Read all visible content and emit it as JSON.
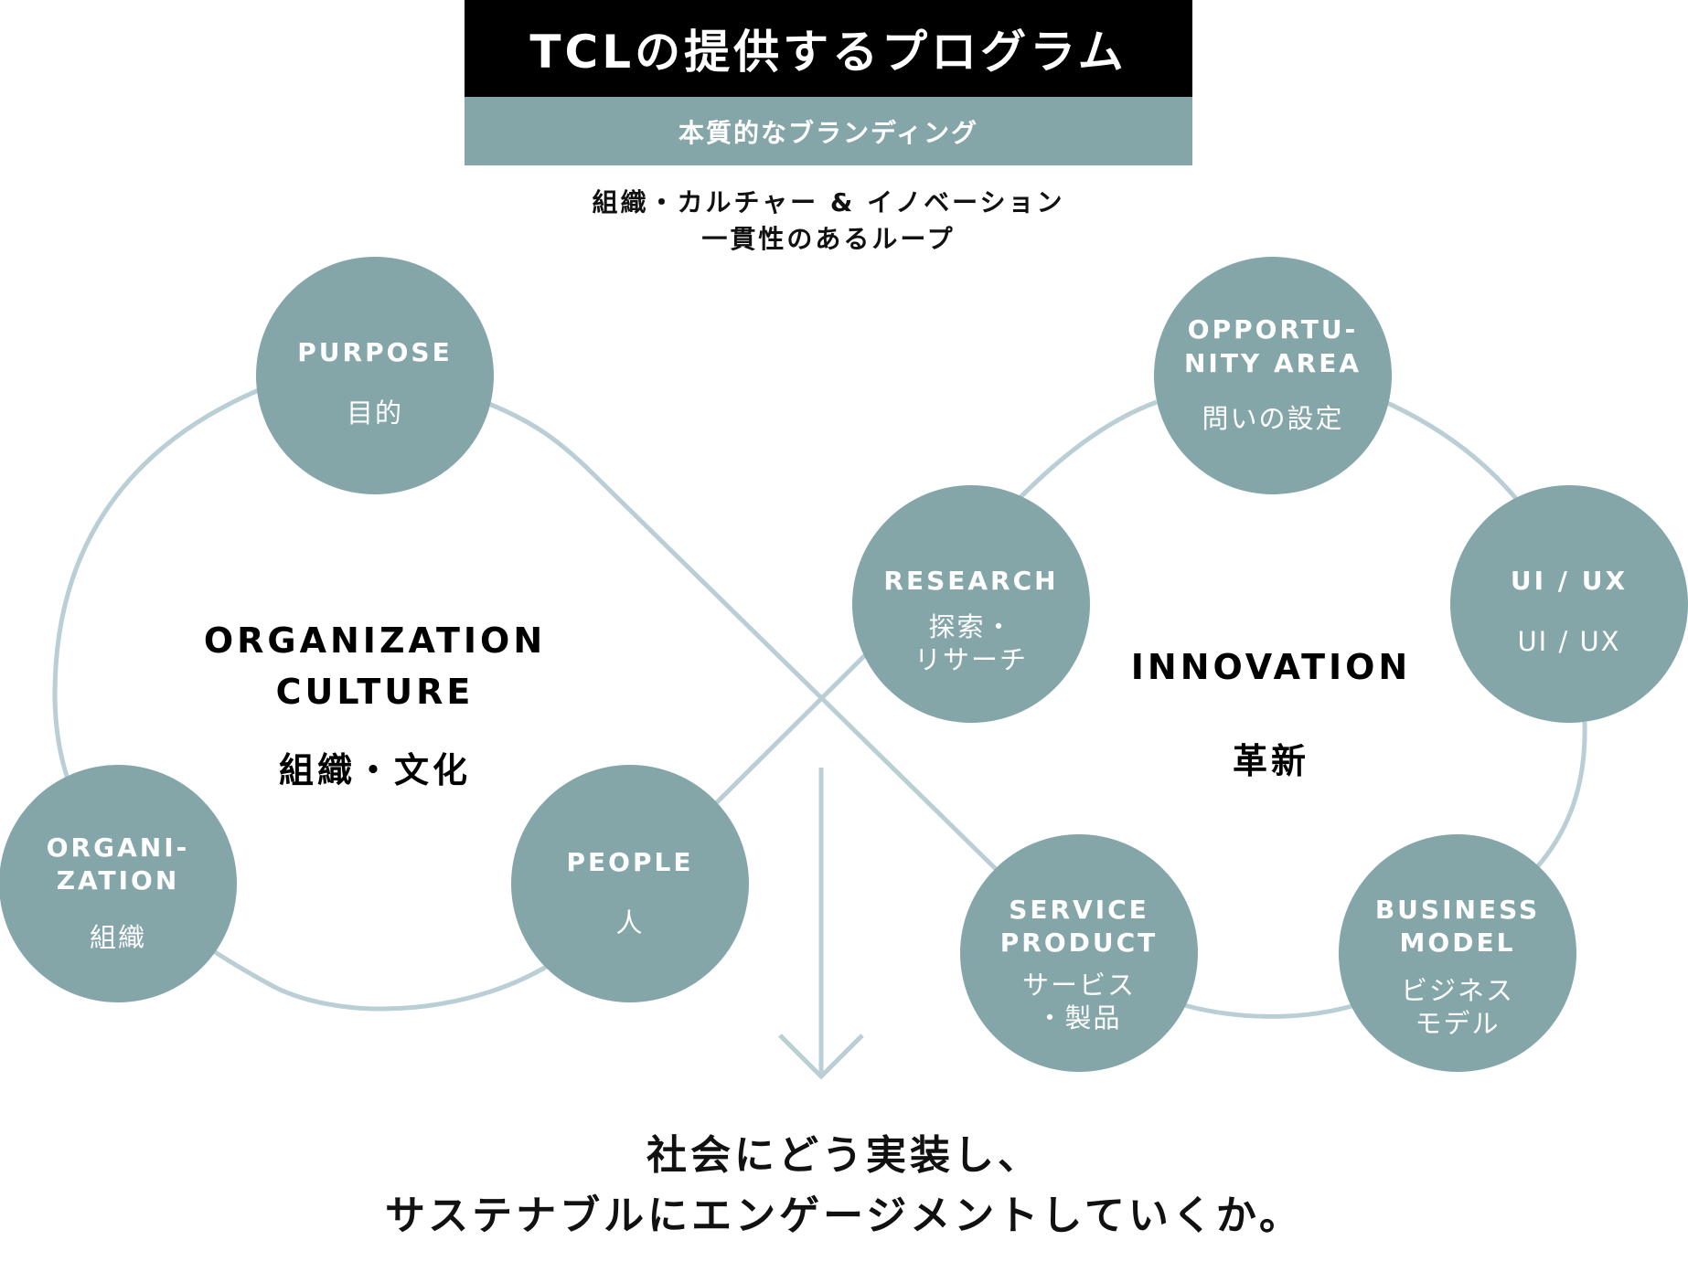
{
  "header": {
    "title": "TCLの提供するプログラム",
    "subtitle": "本質的なブランディング",
    "tagline_line1": "組織・カルチャー & イノベーション",
    "tagline_line2": "一貫性のあるループ"
  },
  "loops": {
    "left": {
      "title_en_1": "ORGANIZATION",
      "title_en_2": "CULTURE",
      "title_ja": "組織・文化"
    },
    "right": {
      "title_en": "INNOVATION",
      "title_ja": "革新"
    }
  },
  "nodes": [
    {
      "id": "purpose",
      "en_1": "PURPOSE",
      "en_2": "",
      "ja_1": "目的",
      "ja_2": ""
    },
    {
      "id": "organization",
      "en_1": "ORGANI-",
      "en_2": "ZATION",
      "ja_1": "組織",
      "ja_2": ""
    },
    {
      "id": "people",
      "en_1": "PEOPLE",
      "en_2": "",
      "ja_1": "人",
      "ja_2": ""
    },
    {
      "id": "opportunity-area",
      "en_1": "OPPORTU-",
      "en_2": "NITY AREA",
      "ja_1": "問いの設定",
      "ja_2": ""
    },
    {
      "id": "research",
      "en_1": "RESEARCH",
      "en_2": "",
      "ja_1": "探索・",
      "ja_2": "リサーチ"
    },
    {
      "id": "ui-ux",
      "en_1": "UI / UX",
      "en_2": "",
      "ja_1": "UI / UX",
      "ja_2": ""
    },
    {
      "id": "service-product",
      "en_1": "SERVICE",
      "en_2": "PRODUCT",
      "ja_1": "サービス",
      "ja_2": "・製品"
    },
    {
      "id": "business-model",
      "en_1": "BUSINESS",
      "en_2": "MODEL",
      "ja_1": "ビジネス",
      "ja_2": "モデル"
    }
  ],
  "conclusion": {
    "line1": "社会にどう実装し、",
    "line2": "サステナブルにエンゲージメントしていくか。"
  },
  "colors": {
    "node_fill": "#84a6a9",
    "loop_line": "#b9cfd5",
    "banner_bg": "#000000",
    "sub_banner_bg": "#84a6a9"
  }
}
